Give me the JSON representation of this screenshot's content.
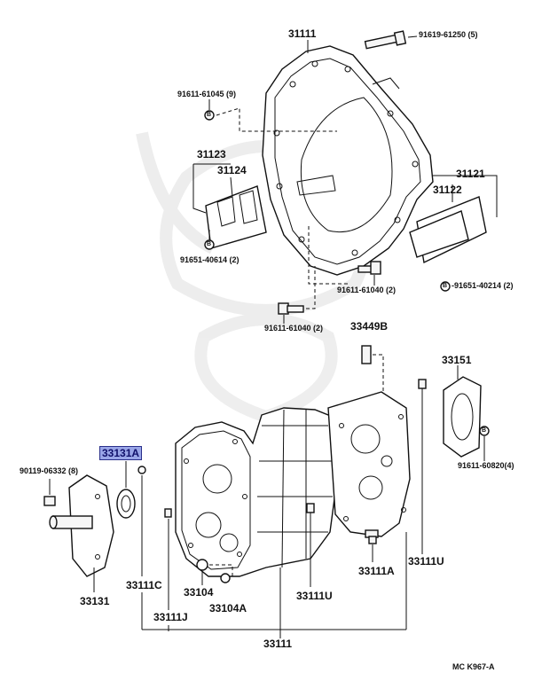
{
  "diagram": {
    "labels": [
      {
        "id": "l1",
        "text": "31111"
      },
      {
        "id": "l2",
        "text": "91619-61250 (5)"
      },
      {
        "id": "l3",
        "text": "91611-61045 (9)"
      },
      {
        "id": "l4",
        "text": "31123"
      },
      {
        "id": "l5",
        "text": "31124"
      },
      {
        "id": "l6",
        "text": "91651-40614 (2)"
      },
      {
        "id": "l7",
        "text": "31121"
      },
      {
        "id": "l8",
        "text": "31122"
      },
      {
        "id": "l9",
        "text": "91611-61040 (2)"
      },
      {
        "id": "l10",
        "text": "-91651-40214 (2)"
      },
      {
        "id": "l11",
        "text": "91611-61040 (2)"
      },
      {
        "id": "l12",
        "text": "33449B"
      },
      {
        "id": "l13",
        "text": "33151"
      },
      {
        "id": "l14",
        "text": "33131A"
      },
      {
        "id": "l15",
        "text": "90119-06332 (8)"
      },
      {
        "id": "l16",
        "text": "91611-60820(4)"
      },
      {
        "id": "l17",
        "text": "33111C"
      },
      {
        "id": "l18",
        "text": "33104"
      },
      {
        "id": "l19",
        "text": "33104A"
      },
      {
        "id": "l20",
        "text": "33131"
      },
      {
        "id": "l21",
        "text": "33111J"
      },
      {
        "id": "l22",
        "text": "33111U"
      },
      {
        "id": "l23",
        "text": "33111A"
      },
      {
        "id": "l24",
        "text": "33111U"
      },
      {
        "id": "l25",
        "text": "33111"
      },
      {
        "id": "l26",
        "text": "MC K967-A"
      }
    ],
    "bolt_mark": "B",
    "highlight_color": "#9aa6e8"
  }
}
